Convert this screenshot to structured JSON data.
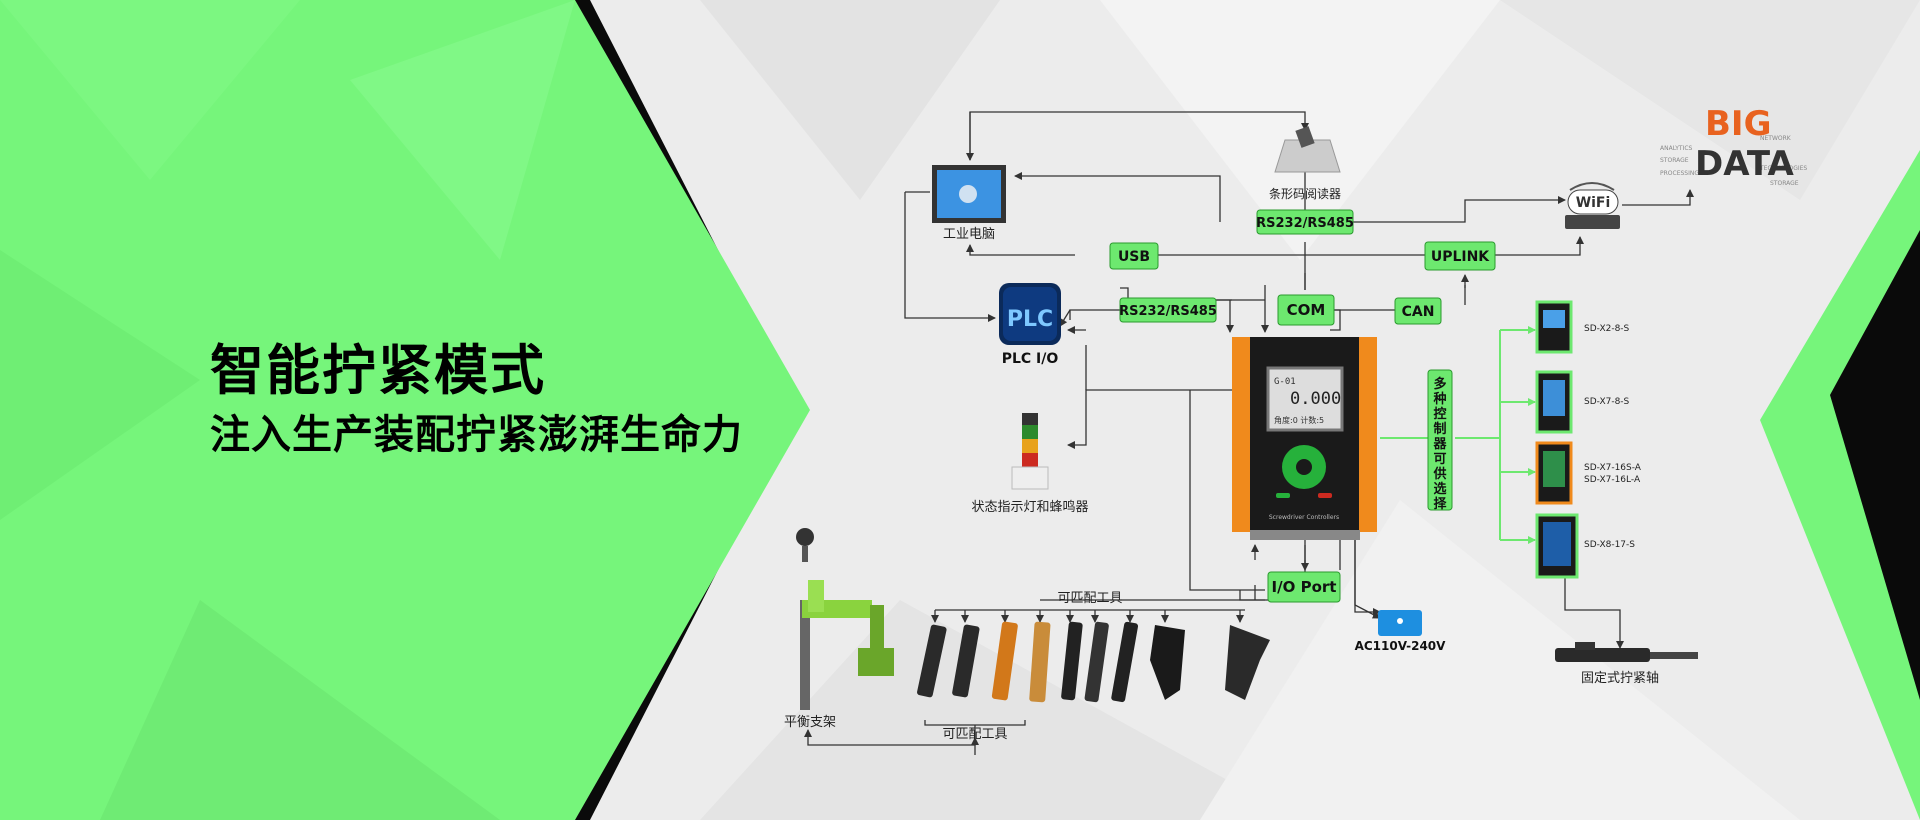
{
  "banner": {
    "title": "智能拧紧模式",
    "subtitle": "注入生产装配拧紧澎湃生命力"
  },
  "diagram": {
    "devices": {
      "industrial_pc": "工业电脑",
      "barcode_reader": "条形码阅读器",
      "plc": "PLC I/O",
      "plc_logo": "PLC",
      "status_light": "状态指示灯和蜂鸣器",
      "balance_arm": "平衡支架",
      "tools_top": "可匹配工具",
      "tools_bottom": "可匹配工具",
      "power": "AC110V-240V",
      "fixed_spindle": "固定式拧紧轴",
      "big_data_1": "BIG",
      "big_data_2": "DATA",
      "wifi": "WiFi"
    },
    "ports": {
      "rs232_top": "RS232/RS485",
      "usb": "USB",
      "uplink": "UPLINK",
      "rs232_mid": "RS232/RS485",
      "com": "COM",
      "can": "CAN",
      "io_port": "I/O Port"
    },
    "controller": {
      "screen_line1": "G-01",
      "screen_value": "0.000",
      "screen_line3": "角度:0   计数:5",
      "footer": "Screwdriver Controllers",
      "selector_label": "多种控制器可供选择"
    },
    "controllers": [
      {
        "model": "SD-X2-8-S"
      },
      {
        "model": "SD-X7-8-S"
      },
      {
        "model": "SD-X7-16S-A",
        "model2": "SD-X7-16L-A"
      },
      {
        "model": "SD-X8-17-S"
      }
    ],
    "colors": {
      "banner_green": "#76f57b",
      "port_box": "#6de86f",
      "controller_orange": "#f08a1c",
      "power_blue": "#1e8fe0"
    }
  }
}
